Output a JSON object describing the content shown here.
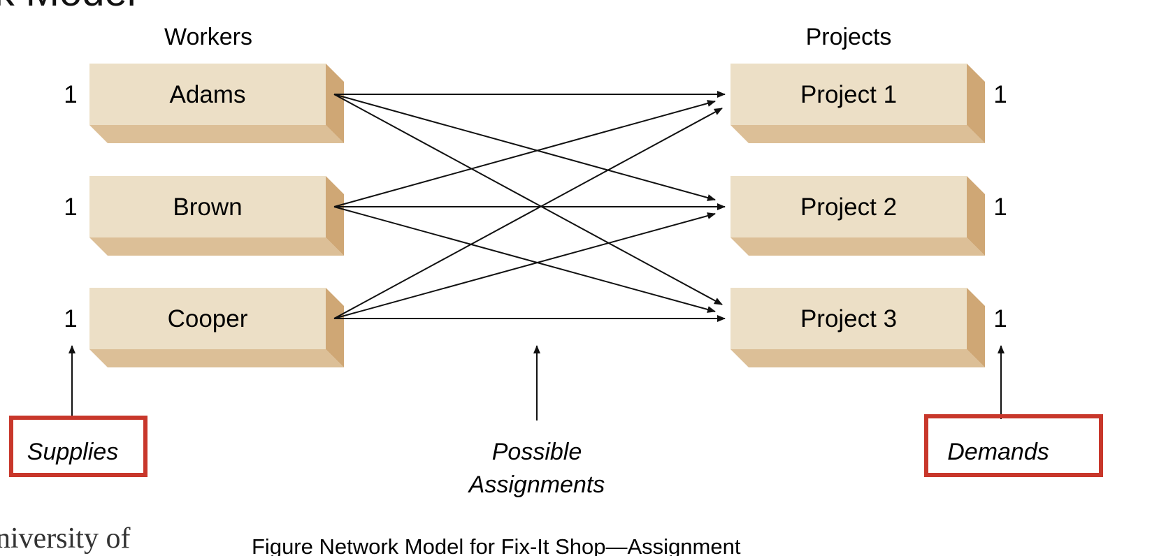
{
  "slide": {
    "title_fragment": "ork Model",
    "logo_text": "niversity of",
    "caption": "Figure Network Model for Fix-It Shop—Assignment"
  },
  "columns": {
    "workers_header": "Workers",
    "projects_header": "Projects"
  },
  "workers": [
    {
      "name": "Adams",
      "supply": "1"
    },
    {
      "name": "Brown",
      "supply": "1"
    },
    {
      "name": "Cooper",
      "supply": "1"
    }
  ],
  "projects": [
    {
      "name": "Project 1",
      "demand": "1"
    },
    {
      "name": "Project 2",
      "demand": "1"
    },
    {
      "name": "Project 3",
      "demand": "1"
    }
  ],
  "arcs": [
    {
      "from": 0,
      "to": 0
    },
    {
      "from": 0,
      "to": 1
    },
    {
      "from": 0,
      "to": 2
    },
    {
      "from": 1,
      "to": 0
    },
    {
      "from": 1,
      "to": 1
    },
    {
      "from": 1,
      "to": 2
    },
    {
      "from": 2,
      "to": 0
    },
    {
      "from": 2,
      "to": 1
    },
    {
      "from": 2,
      "to": 2
    }
  ],
  "callouts": {
    "supplies": "Supplies",
    "assignments_line1": "Possible",
    "assignments_line2": "Assignments",
    "demands": "Demands"
  },
  "colors": {
    "box_front": "#ecdfc6",
    "box_bottom": "#dcbf97",
    "box_side": "#cfa775",
    "callout_border": "#c8372b",
    "arrow": "#111111"
  }
}
